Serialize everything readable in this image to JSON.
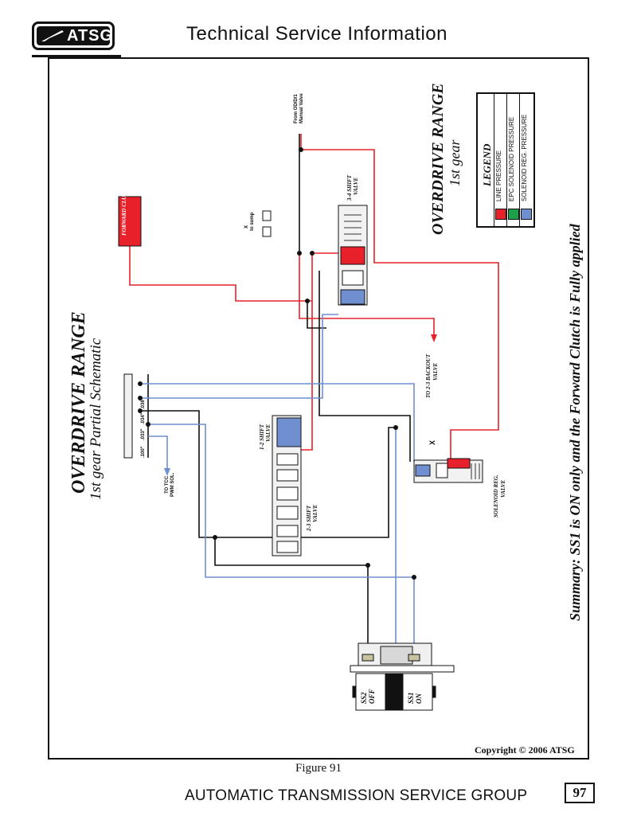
{
  "header": {
    "logo_text": "ATSG",
    "title": "Technical Service Information"
  },
  "diagram": {
    "main_title": "OVERDRIVE RANGE",
    "main_subtitle": "1st gear Partial Schematic",
    "side_title": "OVERDRIVE RANGE",
    "side_subtitle": "1st gear",
    "summary": "Summary: SS1 is ON only and the Forward Clutch is Fully applied",
    "labels": {
      "forward_clutch": "FORWARD CLUTCH",
      "from_manual_valve_1": "From OD/D/1",
      "from_manual_valve_2": "Manual Valve",
      "shift_34_1": "3-4 SHIFT",
      "shift_34_2": "VALVE",
      "x_to_sump_1": "X",
      "x_to_sump_2": "to sump",
      "backout_1": "TO 2-3 BACKOUT",
      "backout_2": "VALVE",
      "shift_12_1": "1-2 SHIFT",
      "shift_12_2": "VALVE",
      "shift_23_1": "2-3 SHIFT",
      "shift_23_2": "VALVE",
      "tcc_1": "TO TCC",
      "tcc_2": "PWM SOL.",
      "sol_reg_1": "SOLENOID REG.",
      "sol_reg_2": "VALVE",
      "orifice_1": ".100\"",
      "orifice_2": ".033\"",
      "orifice_3": ".034\"",
      "orifice_4": ".036\"",
      "ss2_1": "SS2",
      "ss2_2": "OFF",
      "ss1_1": "SS1",
      "ss1_2": "ON",
      "x_mark": "X"
    }
  },
  "legend": {
    "title": "LEGEND",
    "items": [
      {
        "label": "LINE PRESSURE",
        "color": "#e8202a"
      },
      {
        "label": "EPC SOLENOID  PRESSURE",
        "color": "#1ea04a"
      },
      {
        "label": "SOLENOID REG.  PRESSURE",
        "color": "#6f8fd0"
      }
    ]
  },
  "colors": {
    "line_pressure": "#e8202a",
    "epc_pressure": "#1ea04a",
    "sol_reg_pressure": "#6f8fd0",
    "exhaust": "#111111"
  },
  "figure_caption": "Figure 91",
  "copyright": "Copyright © 2006 ATSG",
  "footer": {
    "org": "AUTOMATIC TRANSMISSION SERVICE GROUP",
    "page": "97"
  }
}
